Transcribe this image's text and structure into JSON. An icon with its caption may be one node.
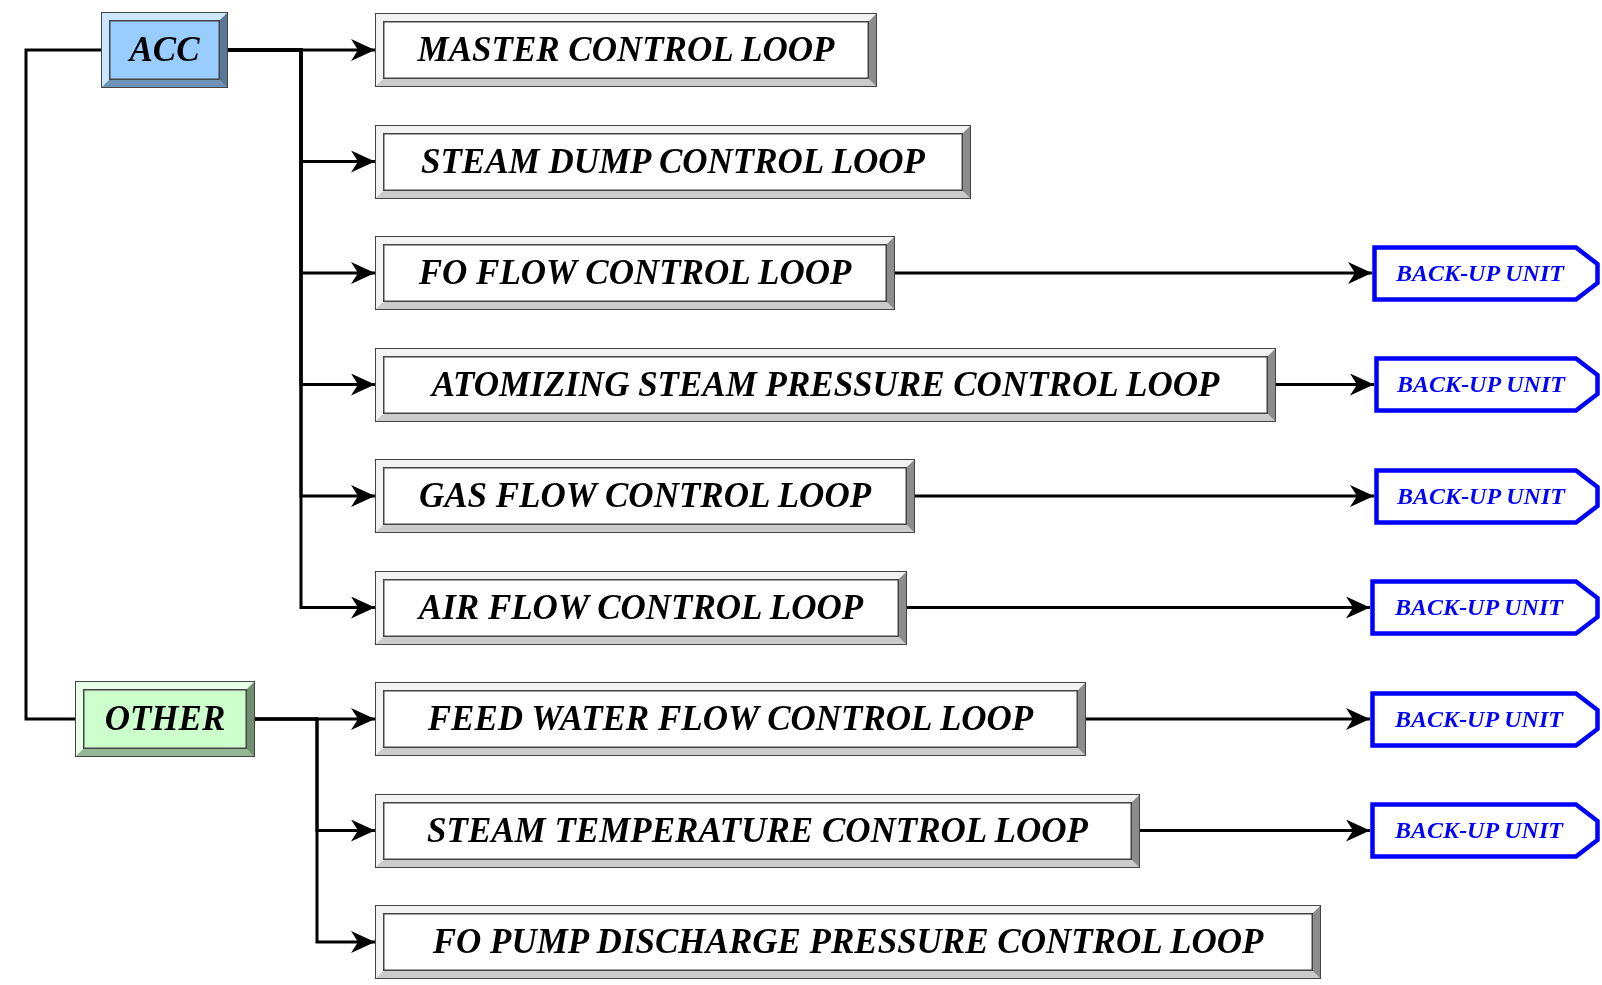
{
  "diagram": {
    "nodes": [
      {
        "text": [
          "ACC"
        ]
      },
      {
        "text": [
          "MASTER CONTROL LOOP"
        ]
      },
      {
        "text": [
          "STEAM DUMP CONTROL LOOP"
        ]
      },
      {
        "text": [
          "FO FLOW CONTROL LOOP"
        ]
      },
      {
        "text": [
          "BACK-UP UNIT"
        ]
      },
      {
        "text": [
          "ATOMIZING STEAM PRESSURE CONTROL LOOP"
        ]
      },
      {
        "text": [
          "BACK-UP UNIT"
        ]
      },
      {
        "text": [
          "GAS FLOW CONTROL LOOP"
        ]
      },
      {
        "text": [
          "BACK-UP UNIT"
        ]
      },
      {
        "text": [
          "AIR FLOW CONTROL LOOP"
        ]
      },
      {
        "text": [
          "BACK-UP UNIT"
        ]
      },
      {
        "text": [
          "OTHER"
        ]
      },
      {
        "text": [
          "FEED WATER FLOW CONTROL LOOP"
        ]
      },
      {
        "text": [
          "BACK-UP UNIT"
        ]
      },
      {
        "text": [
          "STEAM TEMPERATURE CONTROL LOOP"
        ]
      },
      {
        "text": [
          "BACK-UP UNIT"
        ]
      },
      {
        "text": [
          "FO PUMP DISCHARGE PRESSURE CONTROL LOOP"
        ]
      }
    ],
    "edges": [
      {
        "from": 0,
        "to": 1,
        "arrow": "to"
      },
      {
        "from": 0,
        "to": 2,
        "arrow": "to"
      },
      {
        "from": 0,
        "to": 3,
        "arrow": "to"
      },
      {
        "from": 0,
        "to": 5,
        "arrow": "to"
      },
      {
        "from": 0,
        "to": 7,
        "arrow": "to"
      },
      {
        "from": 0,
        "to": 9,
        "arrow": "to"
      },
      {
        "from": 3,
        "to": 4,
        "arrow": "to"
      },
      {
        "from": 5,
        "to": 6,
        "arrow": "to"
      },
      {
        "from": 7,
        "to": 8,
        "arrow": "to"
      },
      {
        "from": 9,
        "to": 10,
        "arrow": "to"
      },
      {
        "from": 0,
        "to": 11,
        "arrow": "none"
      },
      {
        "from": 11,
        "to": 12,
        "arrow": "to"
      },
      {
        "from": 11,
        "to": 14,
        "arrow": "to"
      },
      {
        "from": 11,
        "to": 16,
        "arrow": "to"
      },
      {
        "from": 12,
        "to": 13,
        "arrow": "to"
      },
      {
        "from": 14,
        "to": 15,
        "arrow": "to"
      }
    ]
  }
}
